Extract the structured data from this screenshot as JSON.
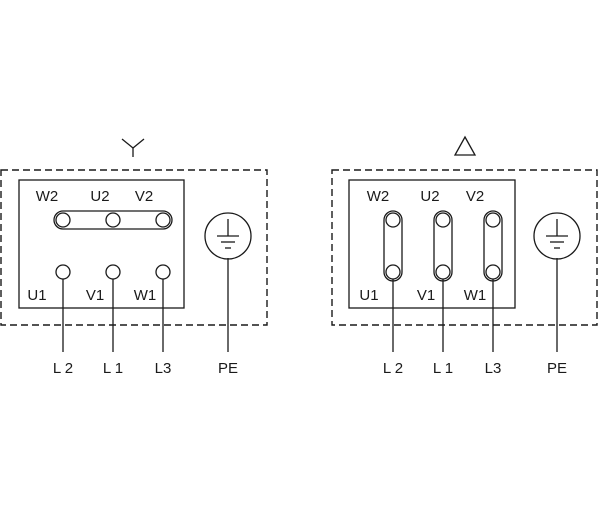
{
  "star": {
    "symbol": "Y",
    "top_terminals": [
      "W2",
      "U2",
      "V2"
    ],
    "bottom_terminals": [
      "U1",
      "V1",
      "W1"
    ],
    "supply_lines": [
      "L 2",
      "L 1",
      "L3"
    ],
    "earth_label": "PE"
  },
  "delta": {
    "symbol": "△",
    "top_terminals": [
      "W2",
      "U2",
      "V2"
    ],
    "bottom_terminals": [
      "U1",
      "V1",
      "W1"
    ],
    "supply_lines": [
      "L 2",
      "L 1",
      "L3"
    ],
    "earth_label": "PE"
  }
}
